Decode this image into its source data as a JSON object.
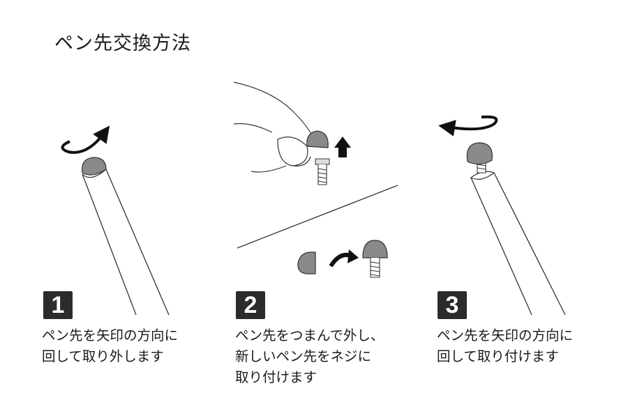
{
  "title": "ペン先交換方法",
  "steps": [
    {
      "number": "1",
      "lines": [
        "ペン先を矢印の方向に",
        "回して取り外します"
      ]
    },
    {
      "number": "2",
      "lines": [
        "ペン先をつまんで外し、",
        "新しいペン先をネジに",
        "取り付けます"
      ]
    },
    {
      "number": "3",
      "lines": [
        "ペン先を矢印の方向に",
        "回して取り付けます"
      ]
    }
  ],
  "colors": {
    "badge": "#2b2b2b",
    "tip": "#8a8a8a",
    "line": "#333333"
  }
}
